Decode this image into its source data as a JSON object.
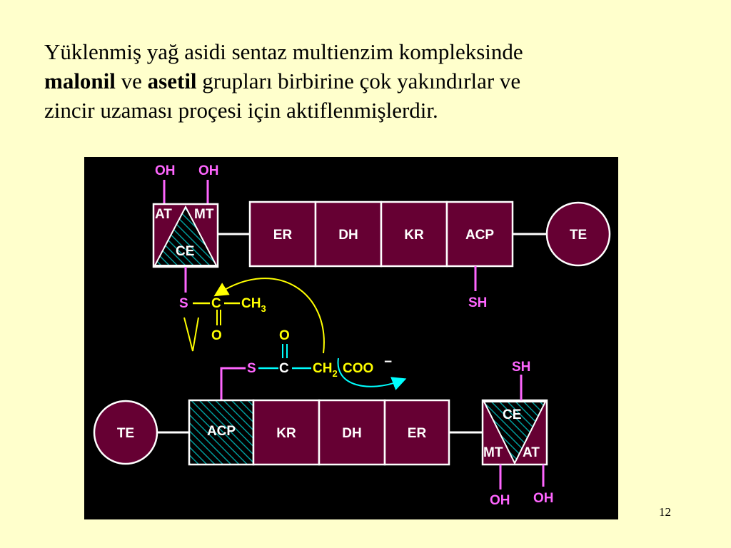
{
  "text": {
    "line1": "Yüklenmiş yağ asidi sentaz multienzim kompleksinde",
    "malonil": "malonil",
    "ve1": " ve ",
    "asetil": "asetil",
    "line2_rest": " grupları birbirine çok yakındırlar ve",
    "line3": "zincir uzaması proçesi için aktiflenmişlerdir."
  },
  "page_number": "12",
  "diagram": {
    "colors": {
      "background": "#000000",
      "domain_fill": "#660033",
      "acp_hatch": "#006666",
      "outline": "#ffffff",
      "linker_pink": "#ff66ff",
      "acetyl_yellow": "#ffff00",
      "malonyl_cyan": "#00ffff"
    },
    "top_chain": {
      "oh_left": "OH",
      "oh_right": "OH",
      "at": "AT",
      "mt": "MT",
      "ce": "CE",
      "domains": [
        "ER",
        "DH",
        "KR",
        "ACP"
      ],
      "te": "TE",
      "sh": "SH"
    },
    "acetyl": {
      "s": "S",
      "c": "C",
      "ch3": "CH",
      "ch3_sub": "3",
      "o": "O"
    },
    "malonyl": {
      "s": "S",
      "c": "C",
      "o": "O",
      "ch2": "CH",
      "ch2_sub": "2",
      "coo": "COO",
      "charge": "−"
    },
    "bottom_chain": {
      "te": "TE",
      "domains": [
        "ACP",
        "KR",
        "DH",
        "ER"
      ],
      "ce": "CE",
      "mt": "MT",
      "at": "AT",
      "sh": "SH",
      "oh_left": "OH",
      "oh_right": "OH"
    }
  }
}
